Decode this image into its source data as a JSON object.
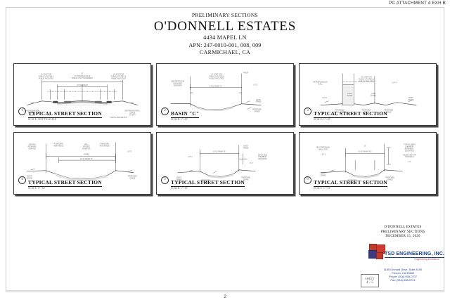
{
  "attachment_stamp": "PC ATTACHMENT 4 EXH B",
  "header": {
    "pre_title": "PRELIMINARY SECTIONS",
    "main_title": "O'DONNELL ESTATES",
    "address": "4434 MAPEL LN",
    "apn": "APN: 247-0010-001, 008, 009",
    "city": "CARMICHAEL, CA"
  },
  "panels": [
    {
      "marker": "1",
      "title": "TYPICAL STREET SECTION",
      "scale": "SCALE: NOT TO SCALE",
      "type": "street-crown",
      "labels": {
        "top_center": "52'",
        "top_center_sub": "24' PRIVATE ROAD &\nPUBLIC UTILITY EASEMENT",
        "left": "10' JOINT  FOR\nPUBLIC UTILITIES &\nPUBLIC FACILITIES",
        "right": "10' JOINT  FOR\nPUBLIC UTILITIES &\nPUBLIC FACILITIES",
        "pavement": "24' PAVEMENT",
        "left_note": "EXISTING/NATURAL\nGRADE\n2% MAX",
        "right_note": "EXISTING/NATURAL\nGRADE\n2% MAX",
        "footnote": "* PAVING PER SEC DOT"
      }
    },
    {
      "marker": "2",
      "title": "BASIN \"C\"",
      "scale": "SCALE: 1\"=10'",
      "type": "basin-trapezoid",
      "labels": {
        "top": "10' JOINT  FOR\nPUBLIC UTILITIES &\nPUBLIC FACILITIES",
        "top_right": "PROP",
        "left": "SIDE DETENTION\nBASIN PER\nENGINEER",
        "width": "10'-12' BASIN \"C\"",
        "right": "LOT 1",
        "bottom_right": "EXIST\nGRADE",
        "note": "PROPOSED\nGRADE"
      }
    },
    {
      "marker": "3",
      "title": "TYPICAL STREET SECTION",
      "scale": "SCALE: 1\"=10'",
      "type": "street-retaining",
      "labels": {
        "left": "RETAINING/BLOCK\nWALL",
        "top": "10' JOINT  FOR\nPUBLIC UTILITIES &\nPUBLIC FACILITIES",
        "right": "LOT 4",
        "mid": "2'-MIN\nSLOPE",
        "lower_left": "LOT 3",
        "bottom_left": "PROPOSED\nCURB & GUTTER",
        "bottom_mid": "PROPOSED\nDRAIN",
        "bottom_right": "PROPOSED\nGRADE",
        "far_right": "EXIST\nGRADE"
      }
    },
    {
      "marker": "4",
      "title": "TYPICAL STREET SECTION",
      "scale": "SCALE: 1\"=10'",
      "type": "basin-wide",
      "labels": {
        "left": "GROUND\nRETAINING\nSURFACE",
        "left_top": "4' MASONRY\nIRON FENCE",
        "mid": "WALL\nFENCING\nPLANTING",
        "mid_top": "4' MASONRY\nIRON FENCE",
        "right": "LOT 5",
        "width_note": "VARIES",
        "width": "22'-42' BASIN \"A\"",
        "bottom_left": "EXIST\nGRADE",
        "bottom_right": "PROPOSED\nGRADE"
      }
    },
    {
      "marker": "5",
      "title": "TYPICAL STREET SECTION",
      "scale": "SCALE: 1\"=10'",
      "type": "basin-narrow",
      "labels": {
        "top": "10'-12' BASIN \"B\"",
        "top_right": "EXIST\nGRADE",
        "left": "LOT 4",
        "right_box": "BASIN SIDE\nCHAMBER /\nRETAINING",
        "right_dim": "2'-3'",
        "bottom_left": "EXIST\nGRADE",
        "bottom_mid": "PROPOSED\nGRADE",
        "bottom_right": "PROPOSED\nDRAIN"
      }
    },
    {
      "marker": "6",
      "title": "TYPICAL STREET SECTION",
      "scale": "SCALE: 1\"=10'",
      "type": "basin-block",
      "labels": {
        "left": "BLOC RETAINING\nWALL (TYP)",
        "left_sub": "LOT 5",
        "top": "20'",
        "width": "10'-15' BASIN \"BC\"",
        "right_box": "TYPICAL BASIN\nCHAMBER /\nRETAINING /\nDETENTION",
        "right_box2": "BASIN SIDE FOR\nDRAINAGE",
        "right_dim": "2'-3'",
        "bottom_left": "EXIST\nGRADE",
        "bottom_mid": "PROPOSED\nPIPE",
        "bottom_right": "PROPOSED\nGRADE"
      }
    }
  ],
  "title_block": {
    "line1": "O'DONNELL ESTATES",
    "line2": "PRELIMINARY SECTIONS",
    "line3": "DECEMBER 15, 2020",
    "company": "TSD ENGINEERING, INC.",
    "tagline": "Engineering Excellence",
    "address": "1185 Orchard Drive, Suite #100",
    "city_state": "Folsom, CA  95630",
    "phone": "Phone: (916) 608-0707",
    "fax": "Fax: (916) 608-0701"
  },
  "sheet_box": {
    "label": "SHEET",
    "number": "4 / 5"
  },
  "footer": {
    "page_number": "2"
  },
  "colors": {
    "logo_red": "#c0392b",
    "logo_blue": "#3b3a80",
    "logo_text": "#1f3f8f",
    "panel_border": "#3a3a3a"
  }
}
